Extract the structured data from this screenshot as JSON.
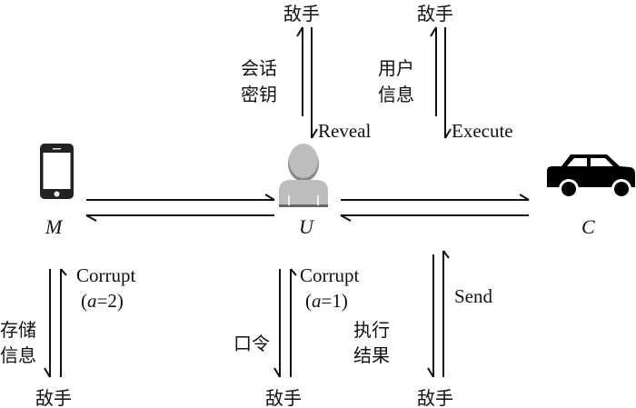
{
  "entities": {
    "mobile": "M",
    "user": "U",
    "car": "C"
  },
  "adversary": "敌手",
  "top_left": {
    "up_label_1": "会话",
    "up_label_2": "密钥",
    "down_label": "Reveal"
  },
  "top_right": {
    "up_label_1": "用户",
    "up_label_2": "信息",
    "down_label": "Execute"
  },
  "bottom_left": {
    "up_label": "Corrupt",
    "up_sub_open": "(",
    "up_sub_var": "a",
    "up_sub_rest": "=2)",
    "down_label_1": "存储",
    "down_label_2": "信息"
  },
  "bottom_mid": {
    "up_label": "Corrupt",
    "up_sub_open": "(",
    "up_sub_var": "a",
    "up_sub_rest": "=1)",
    "down_label": "口令"
  },
  "bottom_right": {
    "up_label": "Send",
    "down_label_1": "执行",
    "down_label_2": "结果"
  },
  "icons": [
    "smartphone-icon",
    "user-icon",
    "car-icon"
  ]
}
